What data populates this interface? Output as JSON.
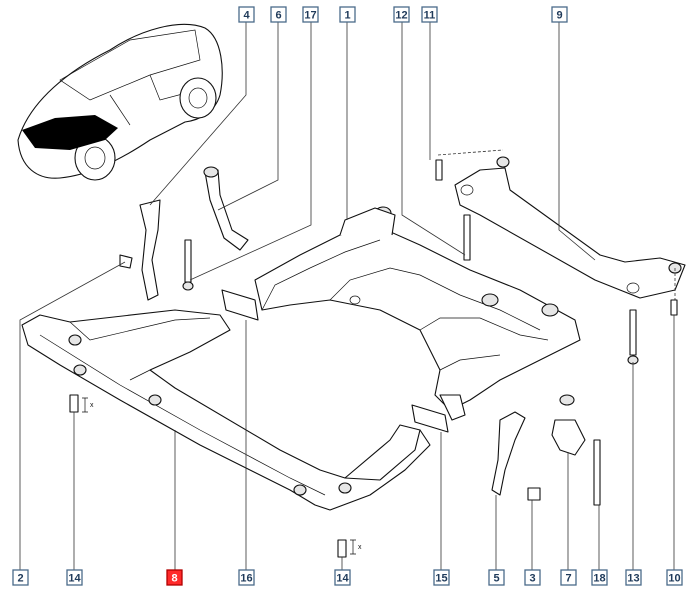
{
  "callouts": [
    {
      "id": "4",
      "highlight": false
    },
    {
      "id": "6",
      "highlight": false
    },
    {
      "id": "17",
      "highlight": false
    },
    {
      "id": "1",
      "highlight": false
    },
    {
      "id": "12",
      "highlight": false
    },
    {
      "id": "11",
      "highlight": false
    },
    {
      "id": "9",
      "highlight": false
    },
    {
      "id": "2",
      "highlight": false
    },
    {
      "id": "14",
      "highlight": false
    },
    {
      "id": "8",
      "highlight": true
    },
    {
      "id": "16",
      "highlight": false
    },
    {
      "id": "14",
      "highlight": false
    },
    {
      "id": "15",
      "highlight": false
    },
    {
      "id": "5",
      "highlight": false
    },
    {
      "id": "3",
      "highlight": false
    },
    {
      "id": "7",
      "highlight": false
    },
    {
      "id": "18",
      "highlight": false
    },
    {
      "id": "13",
      "highlight": false
    },
    {
      "id": "10",
      "highlight": false
    }
  ],
  "dimension_marks": {
    "left": "x",
    "center": "x"
  },
  "colors": {
    "highlight": "#ff2a2a",
    "box_border": "#4a6b8a",
    "text": "#1f3a5a"
  }
}
